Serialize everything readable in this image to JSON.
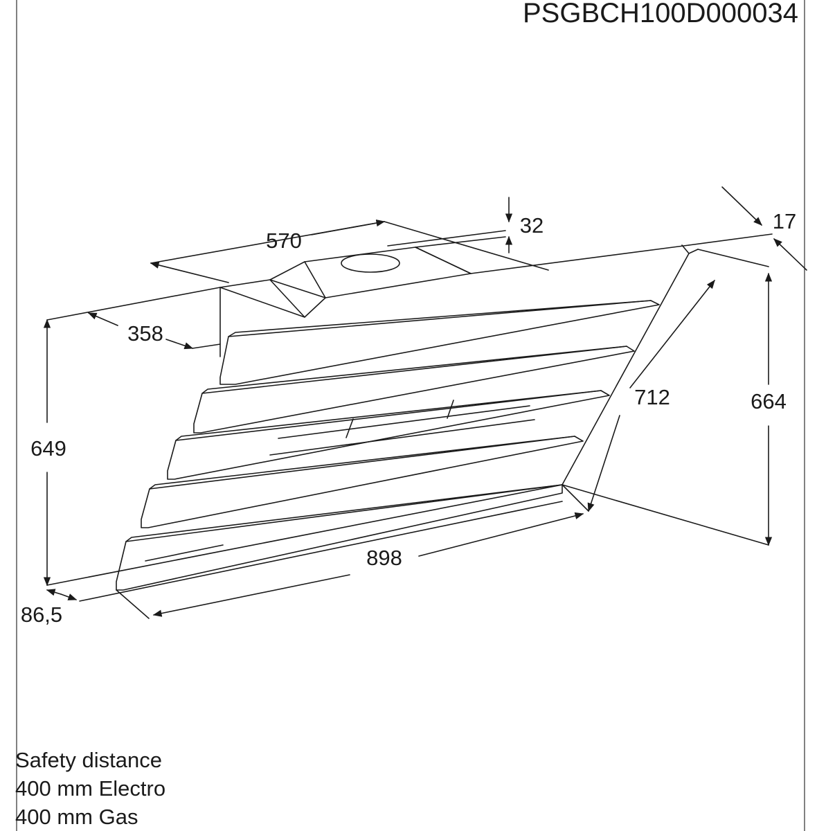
{
  "product_code": "PSGBCH100D000034",
  "dimensions": {
    "top_depth": "570",
    "chimney_height": "32",
    "side_depth": "17",
    "wall_offset": "358",
    "total_height": "649",
    "panel_length": "712",
    "height_right": "664",
    "width": "898",
    "bottom_offset": "86,5"
  },
  "notes": {
    "title": "Safety distance",
    "electro": "400 mm Electro",
    "gas": "400 mm Gas"
  },
  "colors": {
    "line": "#1a1a1a",
    "background": "#ffffff"
  }
}
